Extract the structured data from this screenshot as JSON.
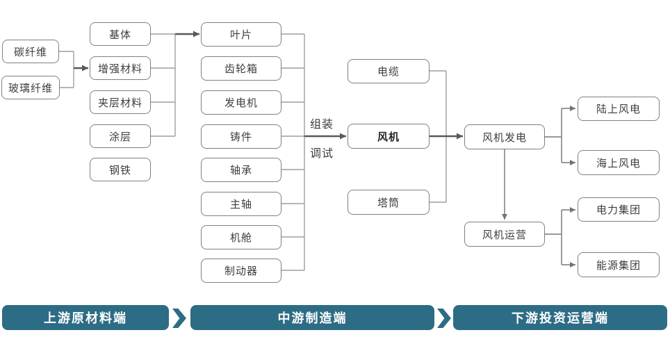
{
  "nodes": {
    "carbon_fiber": "碳纤维",
    "glass_fiber": "玻璃纤维",
    "matrix": "基体",
    "reinforcement": "增强材料",
    "sandwich": "夹层材料",
    "coating": "涂层",
    "steel": "钢铁",
    "blade": "叶片",
    "gearbox": "齿轮箱",
    "generator": "发电机",
    "casting": "铸件",
    "bearing": "轴承",
    "main_shaft": "主轴",
    "nacelle": "机舱",
    "brake": "制动器",
    "cable": "电缆",
    "wind_turbine": "风机",
    "tower": "塔筒",
    "power_generation": "风机发电",
    "operation": "风机运营",
    "onshore_wind": "陆上风电",
    "offshore_wind": "海上风电",
    "power_group": "电力集团",
    "energy_group": "能源集团"
  },
  "labels": {
    "assembly_line1": "组装",
    "assembly_line2": "调试"
  },
  "banners": {
    "upstream": "上游原材料端",
    "midstream": "中游制造端",
    "downstream": "下游投资运营端"
  },
  "icons": {
    "separator": "chevron-right"
  },
  "colors": {
    "banner_teal": "#2d6c85",
    "box_border": "#7f7f7f",
    "line_gray": "#9e9e9e",
    "arrow_dark": "#595959",
    "text": "#3d3d3d"
  }
}
